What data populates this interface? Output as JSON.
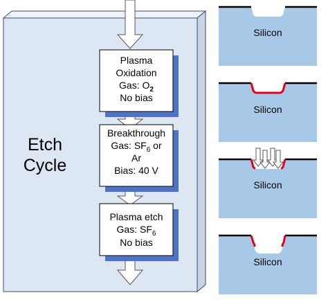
{
  "colors": {
    "panel_fill": "#dde6f3",
    "panel_side": "#c7d3e6",
    "panel_top": "#eef3fa",
    "panel_border": "#3c4a66",
    "box_fill": "#ffffff",
    "box_shadow": "#4f73c4",
    "arrow_fill": "#ffffff",
    "arrow_stroke": "#555555",
    "silicon": "#a8c8e8",
    "mask_line": "#000000",
    "oxide": "#e0001a"
  },
  "cycle": {
    "title_line1": "Etch",
    "title_line2": "Cycle"
  },
  "steps": [
    {
      "id": "plasma-oxidation",
      "line1": "Plasma",
      "line2": "Oxidation",
      "gas_label": "Gas: O",
      "gas_sub": "2",
      "line4": "No bias"
    },
    {
      "id": "breakthrough",
      "line1": "Breakthrough",
      "gas_label": "Gas: SF",
      "gas_sub": "6",
      "gas_tail": " or",
      "line3": "Ar",
      "line4": "Bias: 40 V"
    },
    {
      "id": "plasma-etch",
      "line1": "Plasma etch",
      "gas_label": "Gas: SF",
      "gas_sub": "6",
      "line3": "No bias"
    }
  ],
  "wafers": [
    {
      "label": "Silicon",
      "state": "etched trench"
    },
    {
      "label": "Silicon",
      "state": "oxide lined"
    },
    {
      "label": "Silicon",
      "state": "ion bombardment"
    },
    {
      "label": "Silicon",
      "state": "deeper etch"
    }
  ]
}
